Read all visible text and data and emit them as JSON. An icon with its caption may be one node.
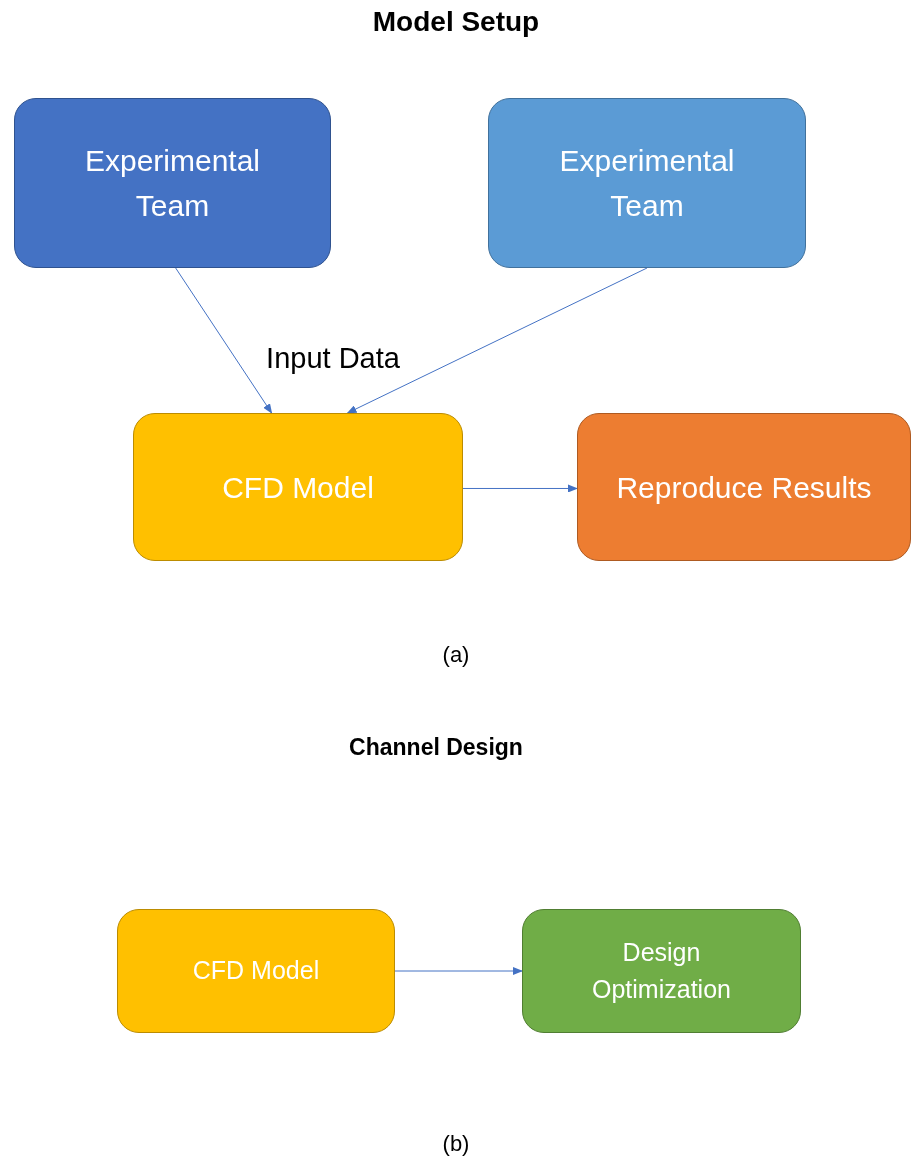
{
  "diagram": {
    "nodes": [
      {
        "text": [
          "Experimental Team"
        ]
      },
      {
        "text": [
          "Experimental Team"
        ]
      },
      {
        "text": [
          "CFD Model"
        ]
      },
      {
        "text": [
          "Reproduce Results"
        ]
      },
      {
        "text": [
          "CFD Model"
        ]
      },
      {
        "text": [
          "Design Optimization"
        ]
      }
    ],
    "edges": [
      {
        "from": 0,
        "to": 2,
        "arrow": "to"
      },
      {
        "from": 1,
        "to": 2,
        "arrow": "to"
      },
      {
        "from": 2,
        "to": 3,
        "arrow": "to"
      },
      {
        "from": 4,
        "to": 5,
        "arrow": "to"
      }
    ],
    "labels": [
      "Model Setup",
      "Input Data",
      "(a)",
      "Channel Design",
      "(b)"
    ]
  }
}
